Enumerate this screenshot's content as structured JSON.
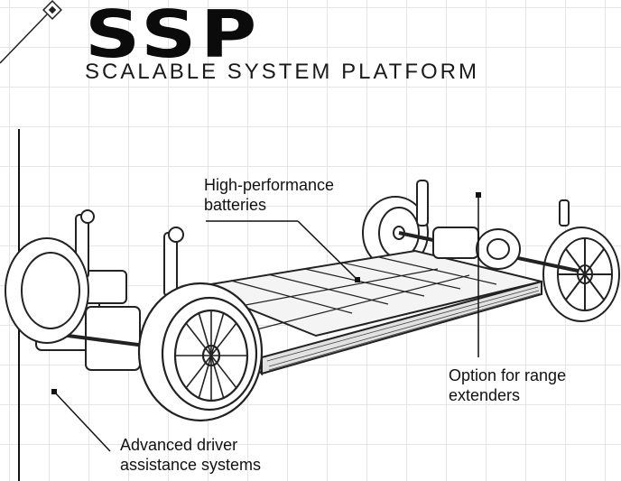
{
  "header": {
    "title": "SSP",
    "subtitle": "SCALABLE SYSTEM PLATFORM"
  },
  "callouts": {
    "batteries": {
      "line1": "High-performance",
      "line2": "batteries"
    },
    "range": {
      "line1": "Option for range",
      "line2": "extenders"
    },
    "adas": {
      "line1": "Advanced driver",
      "line2": "assistance systems"
    }
  }
}
